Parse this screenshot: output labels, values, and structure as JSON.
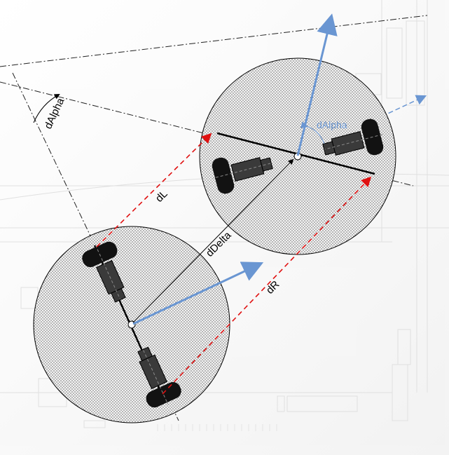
{
  "labels": {
    "dAlpha_left": "dAlpha",
    "dAlpha_right": "dAlpha",
    "dL": "dL",
    "dDelta": "dDelta",
    "dR": "dR"
  },
  "colors": {
    "red_dashed": "#e01010",
    "blue_arrow": "#6a96d2",
    "wheel": "#121212",
    "motor": "#3a3a3a",
    "circle_fill": "#f2f2f2",
    "background_blueprint": "#dcdcdc"
  }
}
